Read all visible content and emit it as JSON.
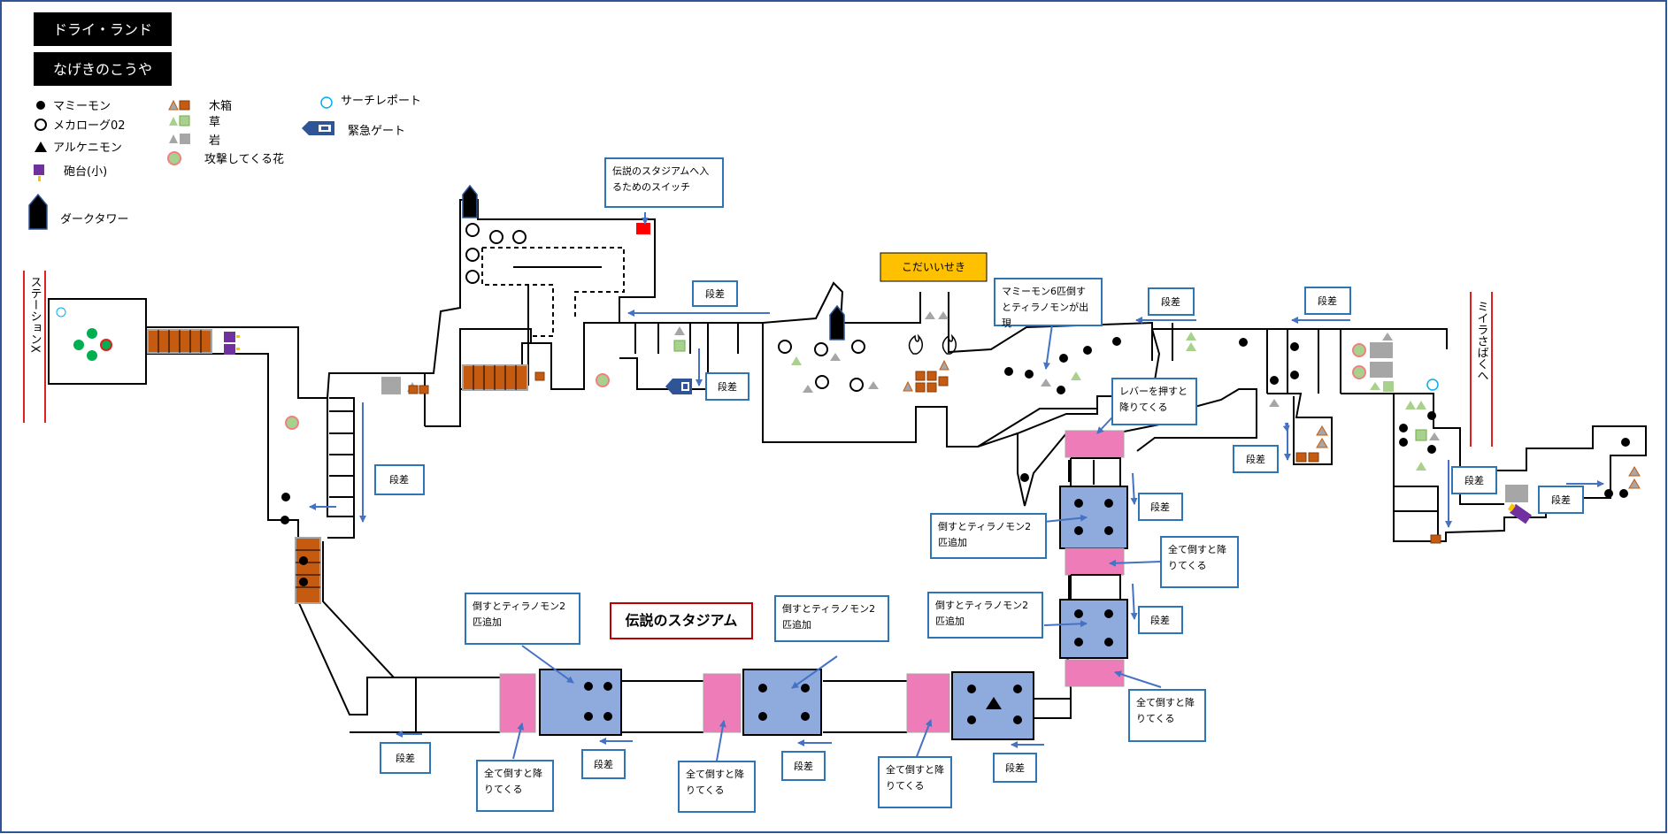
{
  "map": {
    "region": "ドライ・ランド",
    "area": "なげきのこうや"
  },
  "legend": {
    "mamimon": "マミーモン",
    "mecalog": "メカローグ02",
    "alkemon": "アルケニモン",
    "cannon": "砲台(小)",
    "darktower": "ダークタワー",
    "box": "木箱",
    "grass": "草",
    "rock": "岩",
    "flower": "攻撃してくる花",
    "report": "サーチレポート",
    "gate": "緊急ゲート"
  },
  "labels": {
    "station": "ステーションX",
    "miira": "ミイラさばくへ",
    "stadium": "伝説のスタジアム",
    "ruins": "こだいいせき",
    "step": "段差"
  },
  "callouts": {
    "switch": "伝説のスタジアムへ入るためのスイッチ",
    "mamimon6": "マミーモン6匹倒すとティラノモンが出現",
    "lever": "レバーを押すと降りてくる",
    "tyrano_add": "倒すとティラノモン2匹追加",
    "all_defeat": "全て倒すと降りてくる"
  },
  "colors": {
    "border": "#2F5597",
    "callout_border": "#2E75B6",
    "arrow": "#4472C4",
    "platform_pink": "#EE7CB8",
    "arena_blue": "#8FAADC",
    "wood": "#C55A11",
    "grass": "#A9D18E",
    "rock": "#A6A6A6",
    "ruins_bg": "#FFC000",
    "switch": "#FF0000",
    "station_line": "#E02020",
    "cannon": "#7030A0",
    "report": "#00B0F0",
    "enemy_green": "#00B050",
    "tower": "#0D1A33"
  }
}
